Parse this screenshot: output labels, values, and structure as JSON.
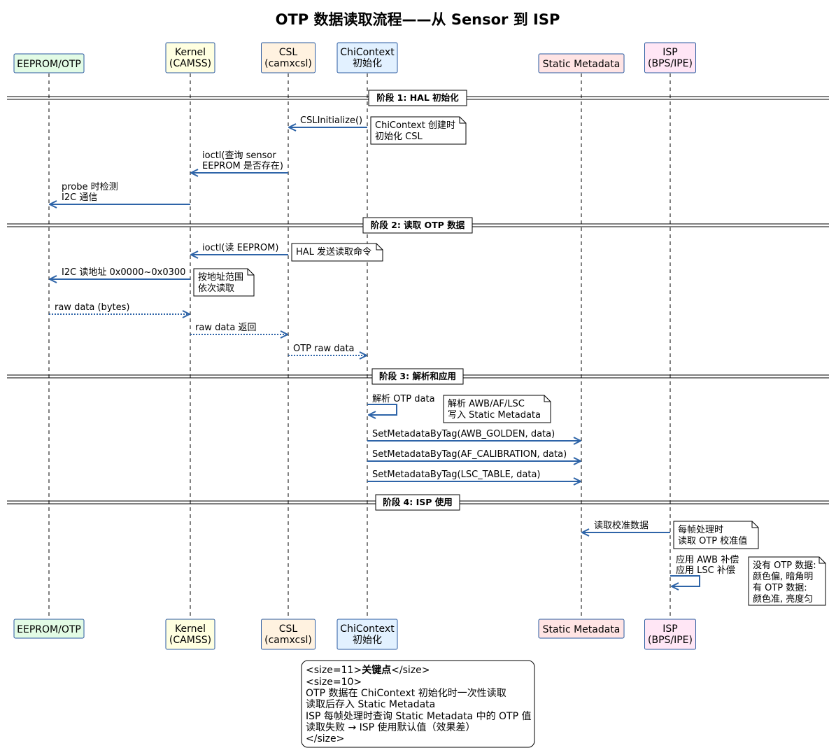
{
  "title": "OTP 数据读取流程——从 Sensor 到 ISP",
  "colors": {
    "arrow": "#2e64a8",
    "participant_border": "#2a5aa0"
  },
  "participants": [
    {
      "lines": [
        "EEPROM/OTP"
      ],
      "color": "#e2fbe5"
    },
    {
      "lines": [
        "Kernel",
        "(CAMSS)"
      ],
      "color": "#ffffe0"
    },
    {
      "lines": [
        "CSL",
        "(camxcsl)"
      ],
      "color": "#fff2e0"
    },
    {
      "lines": [
        "ChiContext",
        "初始化"
      ],
      "color": "#e2f1ff"
    },
    {
      "lines": [
        "Static Metadata"
      ],
      "color": "#ffe4e4"
    },
    {
      "lines": [
        "ISP",
        "(BPS/IPE)"
      ],
      "color": "#ffe6f5"
    }
  ],
  "phases": [
    "阶段 1: HAL 初始化",
    "阶段 2: 读取 OTP 数据",
    "阶段 3: 解析和应用",
    "阶段 4: ISP 使用"
  ],
  "messages": [
    {
      "lines": [
        "CSLInitialize()"
      ]
    },
    {
      "lines": [
        "ioctl(查询 sensor",
        "EEPROM 是否存在)"
      ]
    },
    {
      "lines": [
        "probe 时检测",
        "I2C 通信"
      ]
    },
    {
      "lines": [
        "ioctl(读 EEPROM)"
      ]
    },
    {
      "lines": [
        "I2C 读地址 0x0000~0x0300"
      ]
    },
    {
      "lines": [
        "raw data (bytes)"
      ]
    },
    {
      "lines": [
        "raw data 返回"
      ]
    },
    {
      "lines": [
        "OTP raw data"
      ]
    },
    {
      "lines": [
        "解析 OTP data"
      ]
    },
    {
      "lines": [
        "SetMetadataByTag(AWB_GOLDEN, data)"
      ]
    },
    {
      "lines": [
        "SetMetadataByTag(AF_CALIBRATION, data)"
      ]
    },
    {
      "lines": [
        "SetMetadataByTag(LSC_TABLE, data)"
      ]
    },
    {
      "lines": [
        "读取校准数据"
      ]
    },
    {
      "lines": [
        "应用 AWB 补偿",
        "应用 LSC 补偿"
      ]
    }
  ],
  "notes": [
    {
      "lines": [
        "ChiContext 创建时",
        "初始化 CSL"
      ]
    },
    {
      "lines": [
        "HAL 发送读取命令"
      ]
    },
    {
      "lines": [
        "按地址范围",
        "依次读取"
      ]
    },
    {
      "lines": [
        "解析 AWB/AF/LSC",
        "写入 Static Metadata"
      ]
    },
    {
      "lines": [
        "每帧处理时",
        "读取 OTP 校准值"
      ]
    },
    {
      "lines": [
        "没有 OTP 数据:",
        "颜色偏, 暗角明",
        "有 OTP 数据:",
        "颜色准, 亮度匀"
      ]
    }
  ],
  "key_note": {
    "line0_prefix": "<size=11>",
    "line0_bold": "关键点",
    "line0_suffix": "</size>",
    "lines": [
      "<size=10>",
      "OTP 数据在 ChiContext 初始化时一次性读取",
      "读取后存入 Static Metadata",
      "ISP 每帧处理时查询 Static Metadata 中的 OTP 值",
      "读取失败 → ISP 使用默认值（效果差）",
      "</size>"
    ]
  }
}
